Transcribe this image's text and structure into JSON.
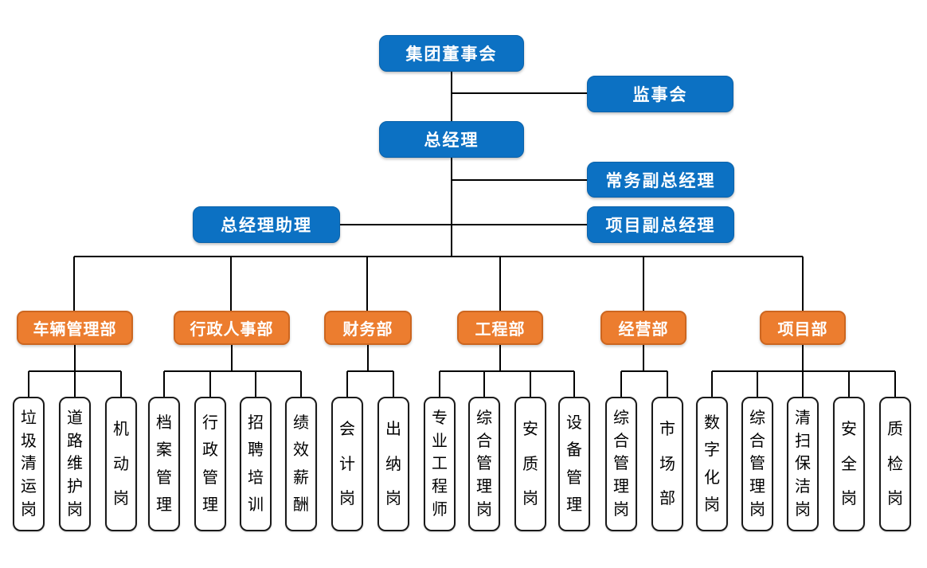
{
  "colors": {
    "primary_blue": "#0C71C3",
    "accent_orange": "#EC7D2F",
    "orange_border": "#CC6620",
    "line_color": "#000000",
    "node_border": "#1a1a1a",
    "canvas_bg": "#ffffff"
  },
  "diagram": {
    "type": "org-chart",
    "executives": {
      "board": "集团董事会",
      "supervisory": "监事会",
      "general_manager": "总经理",
      "executive_deputy_gm": "常务副总经理",
      "gm_assistant": "总经理助理",
      "project_deputy_gm": "项目副总经理"
    },
    "departments": [
      {
        "label": "车辆管理部",
        "children": [
          "垃圾清运岗",
          "道路维护岗",
          "机动岗"
        ]
      },
      {
        "label": "行政人事部",
        "children": [
          "档案管理",
          "行政管理",
          "招聘培训",
          "绩效薪酬"
        ]
      },
      {
        "label": "财务部",
        "children": [
          "会计岗",
          "出纳岗"
        ]
      },
      {
        "label": "工程部",
        "children": [
          "专业工程师",
          "综合管理岗",
          "安质岗",
          "设备管理"
        ]
      },
      {
        "label": "经营部",
        "children": [
          "综合管理岗",
          "市场部"
        ]
      },
      {
        "label": "项目部",
        "children": [
          "数字化岗",
          "综合管理岗",
          "清扫保洁岗",
          "安全岗",
          "质检岗"
        ]
      }
    ]
  }
}
